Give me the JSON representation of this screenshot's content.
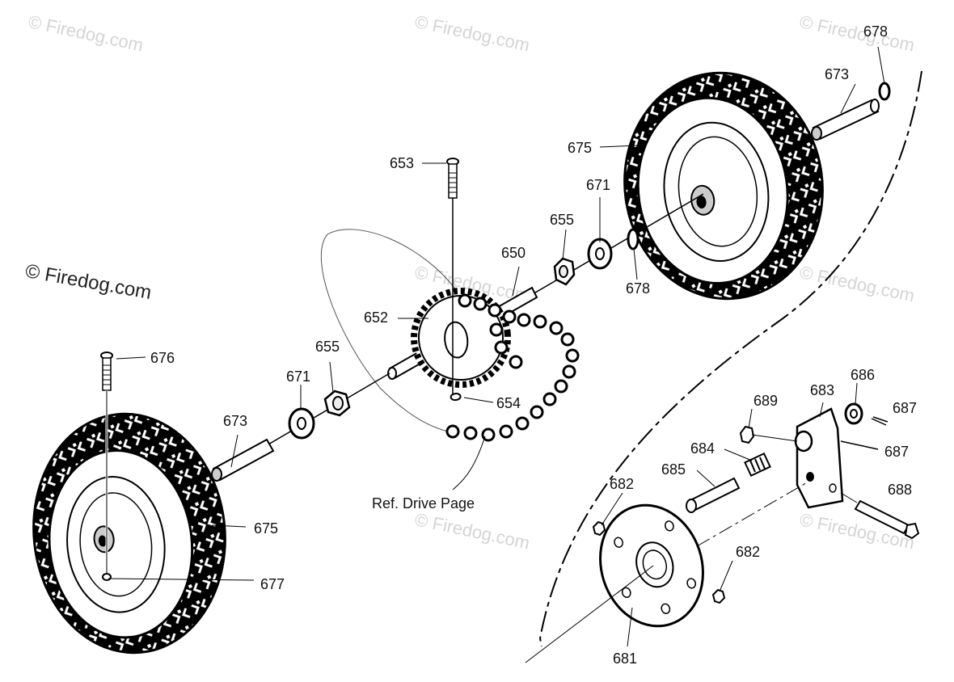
{
  "watermark": "© Firedog.com",
  "reference_text": "Ref. Drive Page",
  "part_labels": {
    "p678a": "678",
    "p673a": "673",
    "p675a": "675",
    "p653": "653",
    "p671a": "671",
    "p655a": "655",
    "p650": "650",
    "p678b": "678",
    "p652": "652",
    "p676": "676",
    "p655b": "655",
    "p671b": "671",
    "p654": "654",
    "p673b": "673",
    "p675b": "675",
    "p677": "677",
    "p686": "686",
    "p683": "683",
    "p689": "689",
    "p687a": "687",
    "p687b": "687",
    "p684": "684",
    "p685": "685",
    "p688": "688",
    "p682a": "682",
    "p682b": "682",
    "p681": "681"
  }
}
